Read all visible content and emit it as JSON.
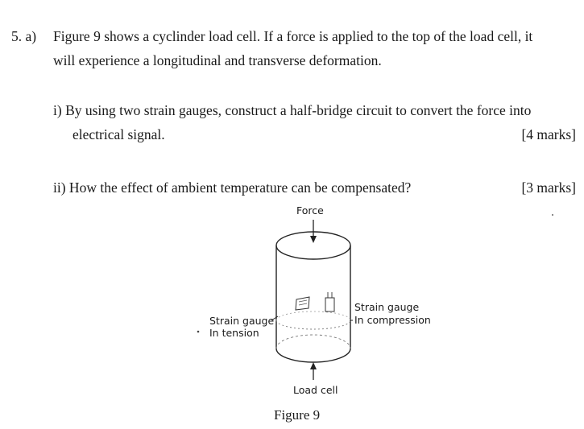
{
  "question": {
    "number": "5. a)",
    "stem_line1": "Figure 9 shows a cyclinder load cell. If a force is applied to the top of the load cell, it",
    "stem_line2": "will experience a longitudinal and transverse deformation.",
    "part_i_line1": "i)  By using two strain gauges, construct a half-bridge circuit to convert the force into",
    "part_i_line2": "electrical signal.",
    "part_i_marks": "[4 marks]",
    "part_ii": "ii)  How the effect of ambient temperature can be compensated?",
    "part_ii_marks": "[3 marks]"
  },
  "figure": {
    "force_label": "Force",
    "left_label_line1": "Strain gauge",
    "left_label_line2": "In tension",
    "right_label_line1": "Strain gauge",
    "right_label_line2": "In compression",
    "bottom_label": "Load cell",
    "caption": "Figure 9"
  }
}
